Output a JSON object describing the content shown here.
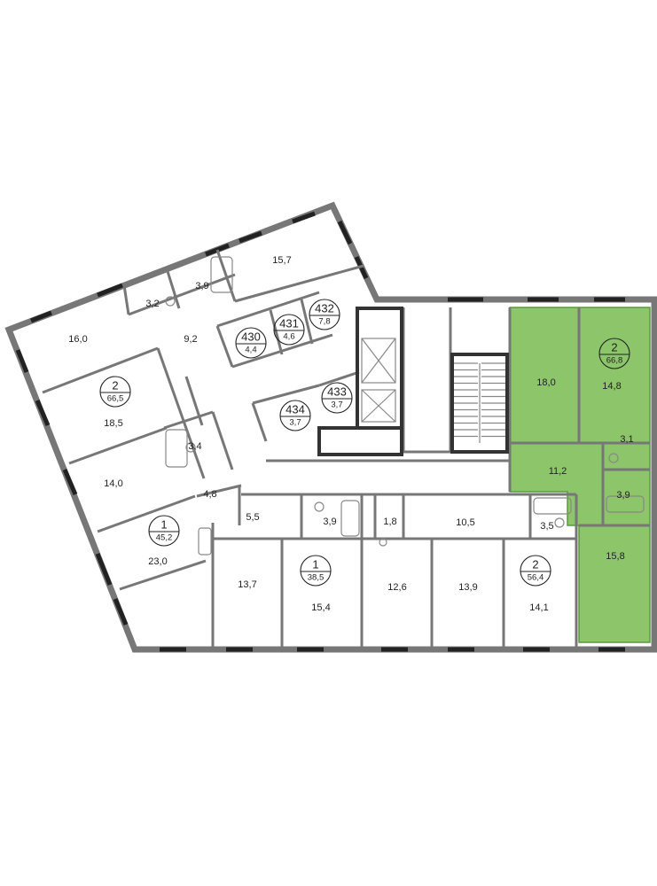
{
  "plan": {
    "highlight_color": "#8cc56a",
    "highlight_stroke": "#5a9a3c",
    "apartments": [
      {
        "rooms": "2",
        "area": "66,5"
      },
      {
        "rooms": "1",
        "area": "45,2"
      },
      {
        "rooms": "1",
        "area": "38,5"
      },
      {
        "rooms": "2",
        "area": "56,4"
      },
      {
        "rooms": "2",
        "area": "66,8"
      }
    ],
    "storages": [
      {
        "number": "430",
        "area": "4,4"
      },
      {
        "number": "431",
        "area": "4,6"
      },
      {
        "number": "432",
        "area": "7,8"
      },
      {
        "number": "433",
        "area": "3,7"
      },
      {
        "number": "434",
        "area": "3,7"
      }
    ],
    "room_areas": [
      "15,7",
      "3,9",
      "3,2",
      "16,0",
      "9,2",
      "18,5",
      "3,4",
      "14,0",
      "4,8",
      "23,0",
      "5,5",
      "3,9",
      "1,8",
      "10,5",
      "3,5",
      "13,7",
      "15,4",
      "12,6",
      "13,9",
      "14,1",
      "18,0",
      "14,8",
      "3,1",
      "11,2",
      "3,9",
      "15,8"
    ]
  }
}
